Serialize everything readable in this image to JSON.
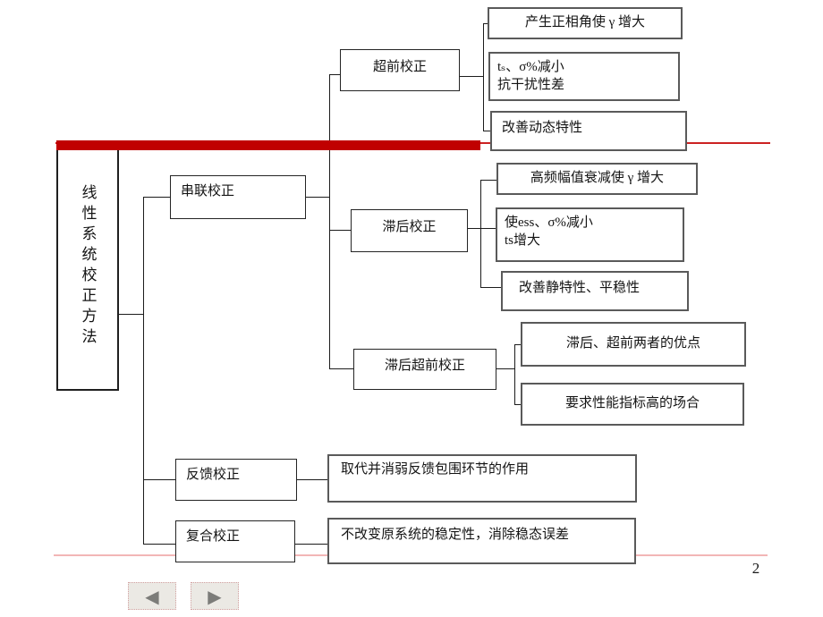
{
  "slide": {
    "page_number": "2"
  },
  "tree": {
    "root": "线性系统校正方法",
    "branches": {
      "series": "串联校正",
      "feedback": "反馈校正",
      "compound": "复合校正"
    },
    "series_children": {
      "lead": "超前校正",
      "lag": "滞后校正",
      "lag_lead": "滞后超前校正"
    },
    "lead_points": [
      "产生正相角使 γ 增大",
      "tₛ、σ%减小\n抗干扰性差",
      "改善动态特性"
    ],
    "lag_points": [
      "高频幅值衰减使 γ 增大",
      "使ess、σ%减小\nts增大",
      "改善静特性、平稳性"
    ],
    "lag_lead_points": [
      "滞后、超前两者的优点",
      "要求性能指标高的场合"
    ],
    "feedback_point": "取代并消弱反馈包围环节的作用",
    "compound_point": "不改变原系统的稳定性，消除稳态误差"
  },
  "nav": {
    "prev_icon": "◀",
    "next_icon": "▶"
  },
  "colors": {
    "accent_bar": "#c00000",
    "top_rule": "#cc2222",
    "bottom_rule": "#f2b6b6"
  }
}
